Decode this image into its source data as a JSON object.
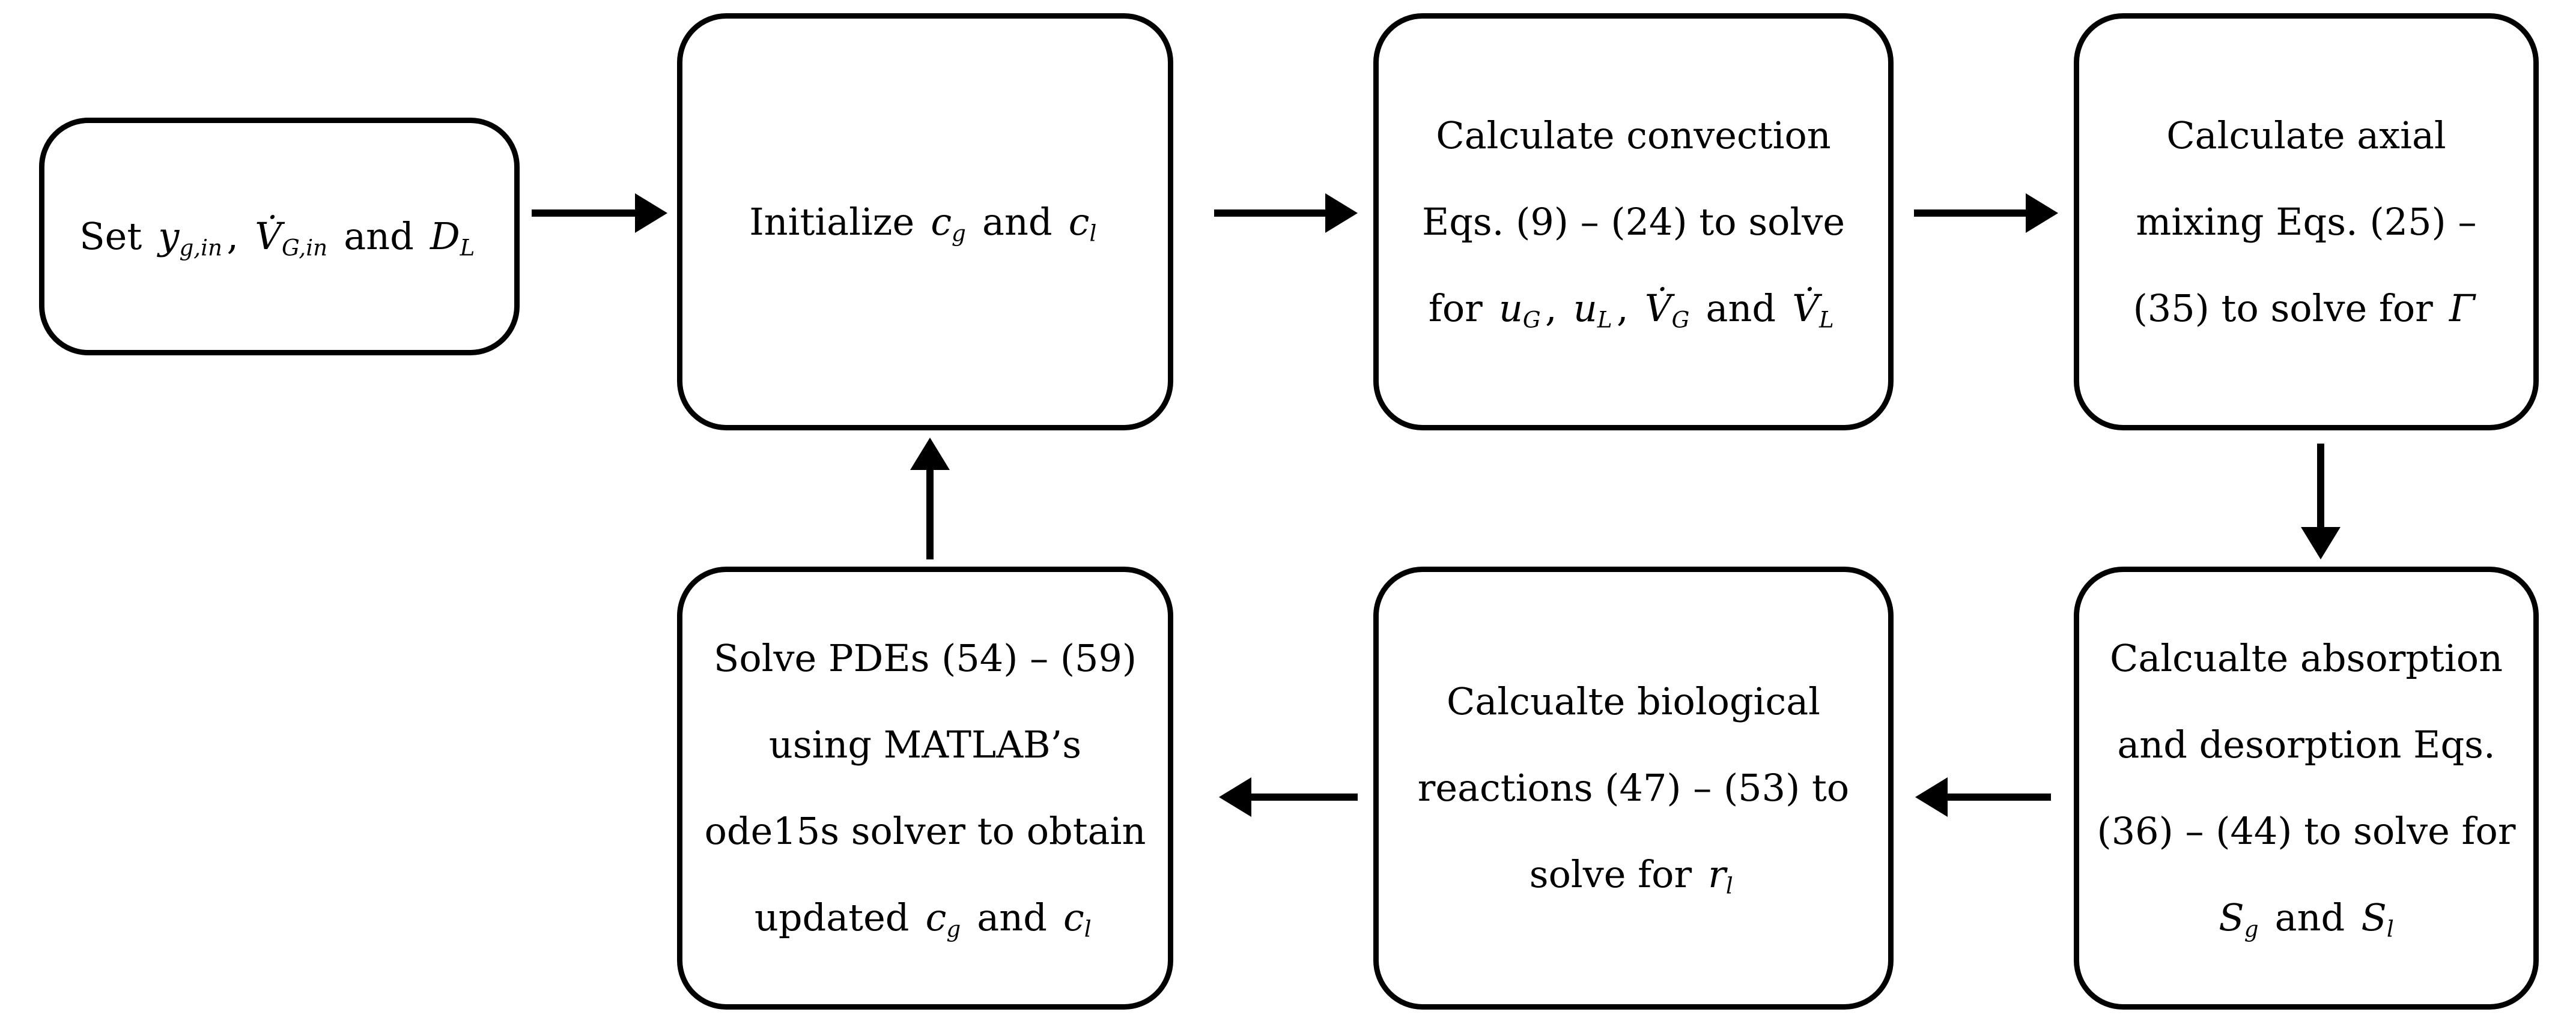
{
  "figure": {
    "type": "flowchart",
    "colors": {
      "background": "#ffffff",
      "line": "#000000",
      "text": "#000000"
    }
  },
  "boxes": [
    {
      "id": "set-inputs",
      "text": "Set y_g,in, V̇_G,in and D_L",
      "lines": [
        [
          {
            "t": "Set "
          },
          {
            "t": "y",
            "v": 1,
            "s": "g,in"
          },
          {
            "t": ", "
          },
          {
            "t": "V̇",
            "v": 1,
            "s": "G,in"
          },
          {
            "t": " and "
          },
          {
            "t": "D",
            "v": 1,
            "s": "L"
          }
        ]
      ]
    },
    {
      "id": "initialize-concentrations",
      "text": "Initialize c_g and c_l",
      "lines": [
        [
          {
            "t": "Initialize "
          },
          {
            "t": "c",
            "v": 1,
            "s": "g"
          },
          {
            "t": " and "
          },
          {
            "t": "c",
            "v": 1,
            "s": "l"
          }
        ]
      ]
    },
    {
      "id": "calculate-convection",
      "text": "Calculate convection Eqs. (9) – (24) to solve for u_G, u_L, V̇_G and V̇_L",
      "lines": [
        [
          {
            "t": "Calculate convection"
          }
        ],
        [
          {
            "t": "Eqs. (9) – (24) to solve"
          }
        ],
        [
          {
            "t": "for "
          },
          {
            "t": "u",
            "v": 1,
            "s": "G"
          },
          {
            "t": ", "
          },
          {
            "t": "u",
            "v": 1,
            "s": "L"
          },
          {
            "t": ", "
          },
          {
            "t": "V̇",
            "v": 1,
            "s": "G"
          },
          {
            "t": " and "
          },
          {
            "t": "V̇",
            "v": 1,
            "s": "L"
          }
        ]
      ]
    },
    {
      "id": "calculate-axial-mixing",
      "text": "Calculate axial mixing Eqs. (25) – (35) to solve for Γ",
      "lines": [
        [
          {
            "t": "Calculate axial"
          }
        ],
        [
          {
            "t": "mixing Eqs. (25) –"
          }
        ],
        [
          {
            "t": "(35) to solve for "
          },
          {
            "t": "Γ",
            "v": 1
          }
        ]
      ]
    },
    {
      "id": "calculate-absorption-desorption",
      "text": "Calcualte absorption and desorption Eqs. (36) – (44) to solve for S_g and S_l",
      "lines": [
        [
          {
            "t": "Calcualte absorption"
          }
        ],
        [
          {
            "t": "and desorption Eqs."
          }
        ],
        [
          {
            "t": "(36) – (44) to solve for"
          }
        ],
        [
          {
            "t": "S",
            "v": 1,
            "s": "g"
          },
          {
            "t": " and "
          },
          {
            "t": "S",
            "v": 1,
            "s": "l"
          }
        ]
      ]
    },
    {
      "id": "calculate-biological-reactions",
      "text": "Calcualte biological reactions (47) – (53) to solve for r_l",
      "lines": [
        [
          {
            "t": "Calcualte biological"
          }
        ],
        [
          {
            "t": "reactions (47) – (53) to"
          }
        ],
        [
          {
            "t": "solve for "
          },
          {
            "t": "r",
            "v": 1,
            "s": "l"
          }
        ]
      ]
    },
    {
      "id": "solve-pdes",
      "text": "Solve PDEs (54) – (59) using MATLAB’s ode15s solver to obtain updated c_g and c_l",
      "lines": [
        [
          {
            "t": "Solve PDEs (54) – (59)"
          }
        ],
        [
          {
            "t": "using MATLAB’s"
          }
        ],
        [
          {
            "t": "ode15s solver to obtain"
          }
        ],
        [
          {
            "t": "updated "
          },
          {
            "t": "c",
            "v": 1,
            "s": "g"
          },
          {
            "t": " and "
          },
          {
            "t": "c",
            "v": 1,
            "s": "l"
          }
        ]
      ]
    }
  ],
  "arrows": [
    {
      "name": "arrow-set-to-initialize",
      "from": "set-inputs",
      "to": "initialize-concentrations",
      "direction": "right"
    },
    {
      "name": "arrow-initialize-to-convection",
      "from": "initialize-concentrations",
      "to": "calculate-convection",
      "direction": "right"
    },
    {
      "name": "arrow-convection-to-axial-mixing",
      "from": "calculate-convection",
      "to": "calculate-axial-mixing",
      "direction": "right"
    },
    {
      "name": "arrow-axial-mixing-to-absorption",
      "from": "calculate-axial-mixing",
      "to": "calculate-absorption-desorption",
      "direction": "down"
    },
    {
      "name": "arrow-absorption-to-biological",
      "from": "calculate-absorption-desorption",
      "to": "calculate-biological-reactions",
      "direction": "left"
    },
    {
      "name": "arrow-biological-to-solve-pdes",
      "from": "calculate-biological-reactions",
      "to": "solve-pdes",
      "direction": "left"
    },
    {
      "name": "arrow-solve-pdes-to-initialize",
      "from": "solve-pdes",
      "to": "initialize-concentrations",
      "direction": "up"
    }
  ]
}
